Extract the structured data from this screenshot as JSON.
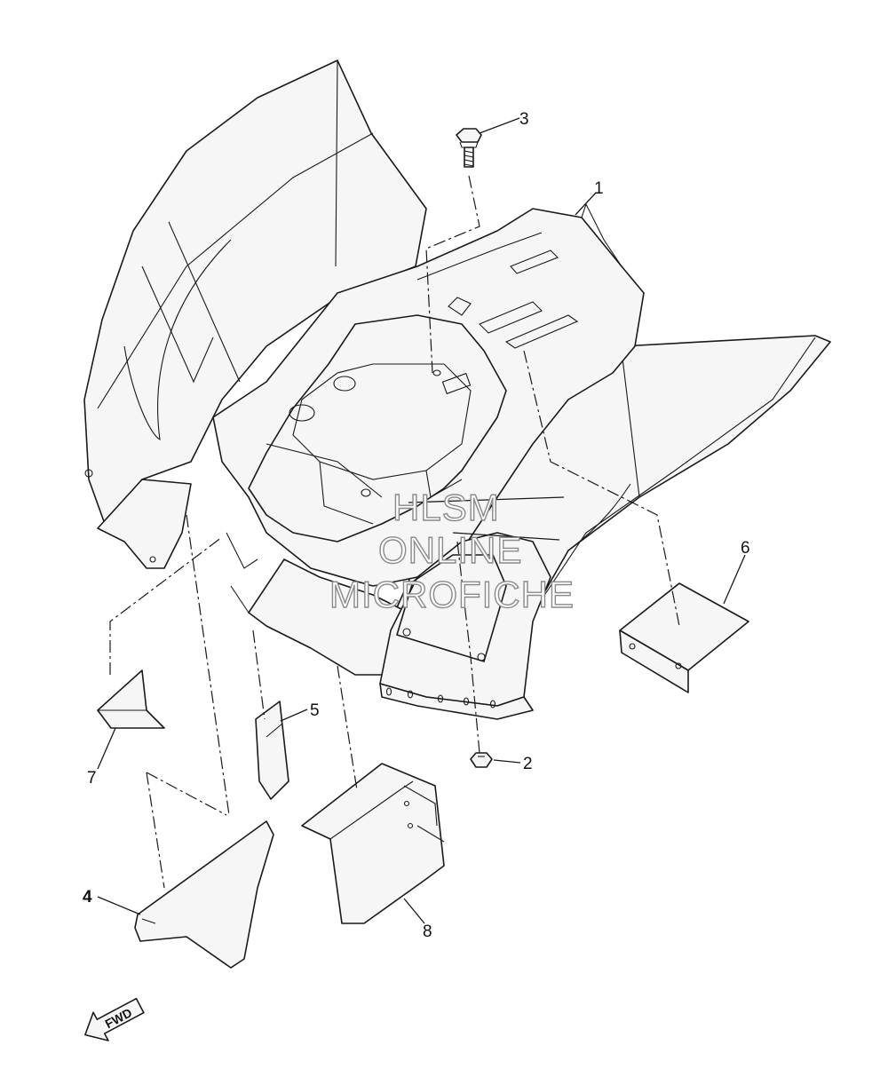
{
  "callouts": {
    "c1": "1",
    "c2": "2",
    "c3": "3",
    "c4": "4",
    "c5": "5",
    "c6": "6",
    "c7": "7",
    "c8": "8"
  },
  "watermark": {
    "line1": "HLSM",
    "line2": "ONLINE",
    "line3": "MICROFICHE"
  },
  "direction_arrow": {
    "label": "FWD"
  },
  "colors": {
    "line": "#1a1a1a",
    "background": "#ffffff",
    "watermark_stroke": "#8a8a8a"
  }
}
